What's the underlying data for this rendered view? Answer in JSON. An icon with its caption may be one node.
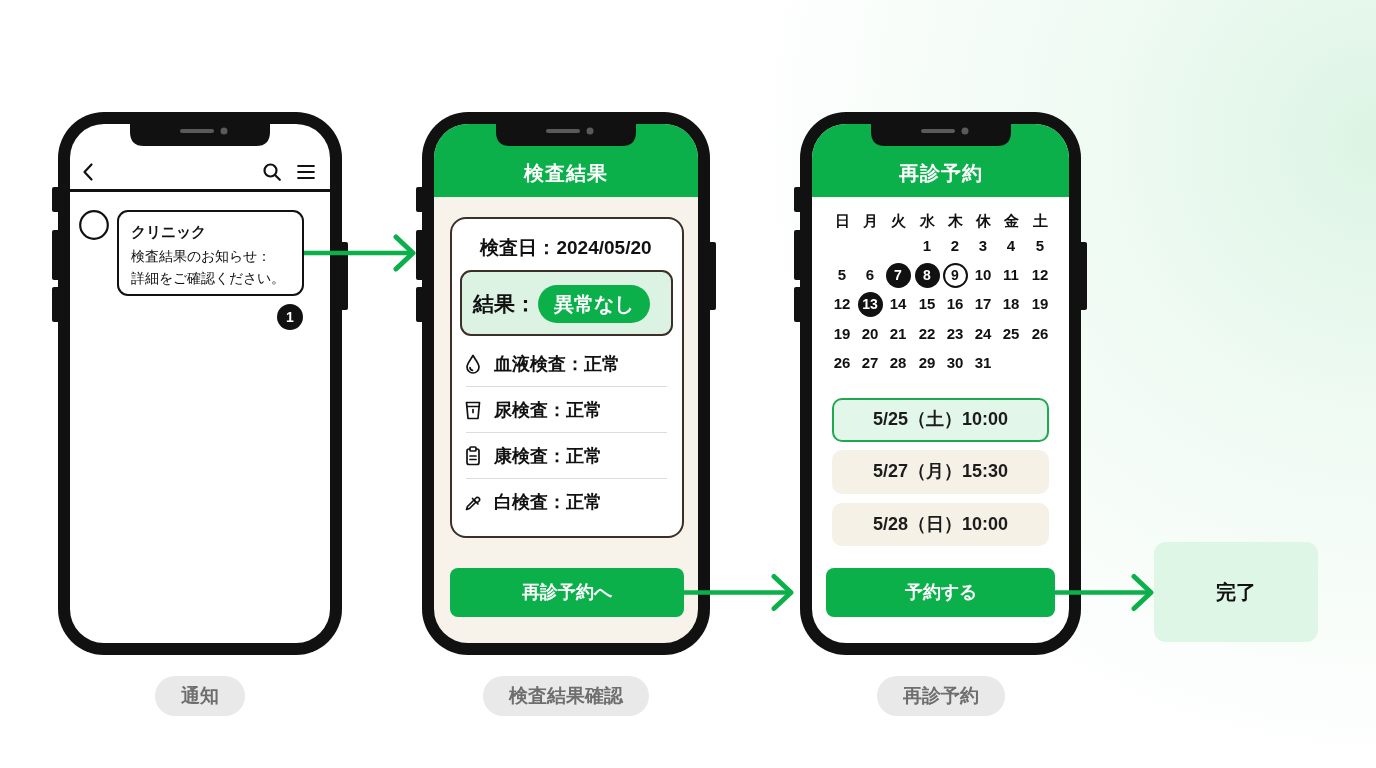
{
  "diagram": {
    "nodes": [
      {
        "text": [],
        "shape": "phone",
        "beside": [
          "通知"
        ]
      },
      {
        "text": [
          "クリニック",
          "検査結果のお知らせ：詳細をご確認ください。"
        ],
        "in": 0
      },
      {
        "text": [
          "1"
        ],
        "in": 0
      },
      {
        "text": [],
        "shape": "phone",
        "beside": [
          "検査結果確認"
        ]
      },
      {
        "text": [
          "検査結果"
        ],
        "in": 3
      },
      {
        "text": [
          "検査日：2024/05/20",
          "血液検査：正常",
          "尿検査：正常",
          "康検査：正常",
          "白検査：正常"
        ],
        "in": 3
      },
      {
        "text": [
          "結果："
        ],
        "in": 5
      },
      {
        "text": [
          "異常なし"
        ],
        "in": 6
      },
      {
        "text": [
          "再診予約へ"
        ],
        "in": 3
      },
      {
        "text": [],
        "shape": "phone",
        "beside": [
          "再診予約"
        ]
      },
      {
        "text": [
          "再診予約"
        ],
        "in": 9
      },
      {
        "text": [
          "7"
        ],
        "in": 9
      },
      {
        "text": [
          "8"
        ],
        "in": 9
      },
      {
        "text": [
          "9"
        ],
        "in": 9
      },
      {
        "text": [
          "13"
        ],
        "in": 9
      },
      {
        "text": [
          "5/25（土）10:00"
        ],
        "in": 9
      },
      {
        "text": [
          "5/27（月）15:30"
        ],
        "in": 9
      },
      {
        "text": [
          "5/28（日）10:00"
        ],
        "in": 9
      },
      {
        "text": [
          "予約する"
        ],
        "in": 9
      },
      {
        "text": [
          "完了"
        ]
      }
    ],
    "edges": [
      {
        "from": 1,
        "to": 3,
        "arrow": "to"
      },
      {
        "from": 8,
        "to": 9,
        "arrow": "to"
      },
      {
        "from": 18,
        "to": 19,
        "arrow": "to"
      }
    ],
    "labels": [
      "日",
      "月",
      "火",
      "水",
      "木",
      "休",
      "金",
      "土",
      "1",
      "2",
      "3",
      "4",
      "5",
      "5",
      "6",
      "10",
      "11",
      "12",
      "12",
      "14",
      "15",
      "16",
      "17",
      "18",
      "19",
      "19",
      "20",
      "21",
      "22",
      "23",
      "24",
      "25",
      "26",
      "26",
      "27",
      "28",
      "29",
      "30",
      "31"
    ]
  }
}
